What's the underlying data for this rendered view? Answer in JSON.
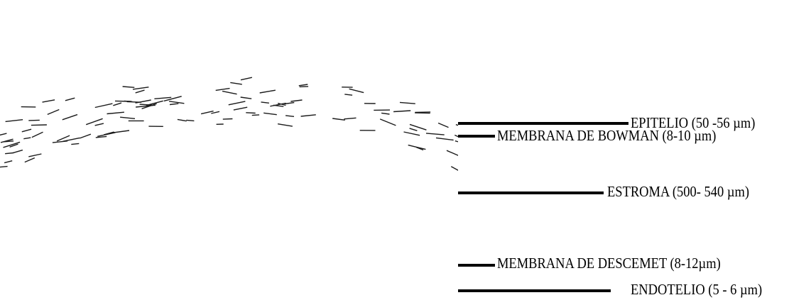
{
  "diagram": {
    "layers": [
      {
        "id": "epitelio",
        "label": "EPITELIO  (50 -56 µm)",
        "color": "#4a3a2a"
      },
      {
        "id": "bowman",
        "label": "MEMBRANA DE BOWMAN (8-10 µm)",
        "color": "#c9cbe8"
      },
      {
        "id": "estroma",
        "label": "ESTROMA (500- 540 µm)",
        "color": "#f2c9d8"
      },
      {
        "id": "descemet",
        "label": "MEMBRANA DE DESCEMET (8-12µm)",
        "color": "#f5c98a"
      },
      {
        "id": "endotelio",
        "label": "ENDOTELIO (5 - 6 µm)",
        "color": "#4a3a2a"
      }
    ]
  }
}
